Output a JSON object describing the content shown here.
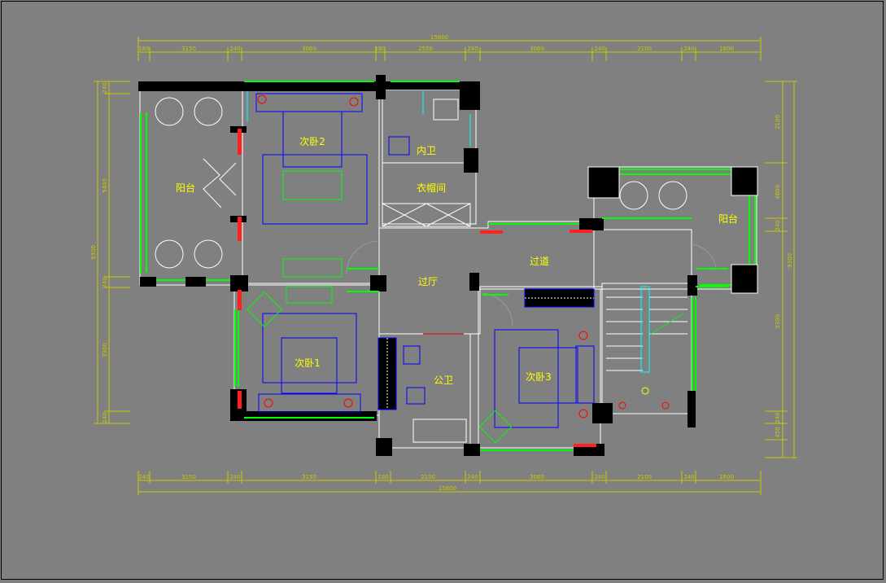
{
  "plan": {
    "rooms": {
      "bedroom2": "次卧2",
      "bath_inner": "内卫",
      "cloakroom": "衣帽间",
      "balcony_left": "阳台",
      "balcony_right": "阳台",
      "corridor": "过道",
      "hall": "过厅",
      "bedroom1": "次卧1",
      "bath_public": "公卫",
      "bedroom3": "次卧3"
    },
    "dims_top": {
      "total": "15600",
      "segments": [
        "180",
        "3150",
        "240",
        "3060",
        "180",
        "2550",
        "240",
        "3060",
        "240",
        "2100",
        "240",
        "1800"
      ]
    },
    "dims_bottom": {
      "total": "15600",
      "segments": [
        "240",
        "3150",
        "240",
        "3150",
        "180",
        "2100",
        "240",
        "3060",
        "240",
        "2100",
        "240",
        "1800"
      ]
    },
    "dims_left": {
      "total": "9300",
      "segments": [
        "240",
        "5400",
        "240",
        "3300",
        "240"
      ]
    },
    "dims_right": {
      "total": "9300",
      "segments": [
        "2100",
        "4800",
        "240",
        "3300",
        "240",
        "450"
      ]
    }
  },
  "colors": {
    "background": "#808080",
    "wall": "#000000",
    "outline": "#ffffff",
    "dimension": "#c8c800",
    "room_label": "#ffff00",
    "furniture_green": "#00ff00",
    "furniture_blue": "#0000ff",
    "cyan": "#00ffff",
    "red": "#ff0000"
  }
}
